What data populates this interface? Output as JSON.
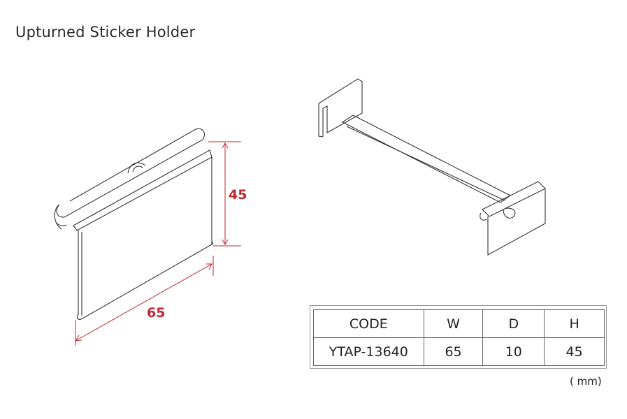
{
  "title": "Upturned Sticker Holder",
  "dimensions": {
    "height": "45",
    "width": "65"
  },
  "spec_table": {
    "headers": [
      "CODE",
      "W",
      "D",
      "H"
    ],
    "rows": [
      [
        "YTAP-13640",
        "65",
        "10",
        "45"
      ]
    ],
    "unit": "( mm)"
  },
  "colors": {
    "dimension": "#c0262f",
    "line": "#333333"
  }
}
